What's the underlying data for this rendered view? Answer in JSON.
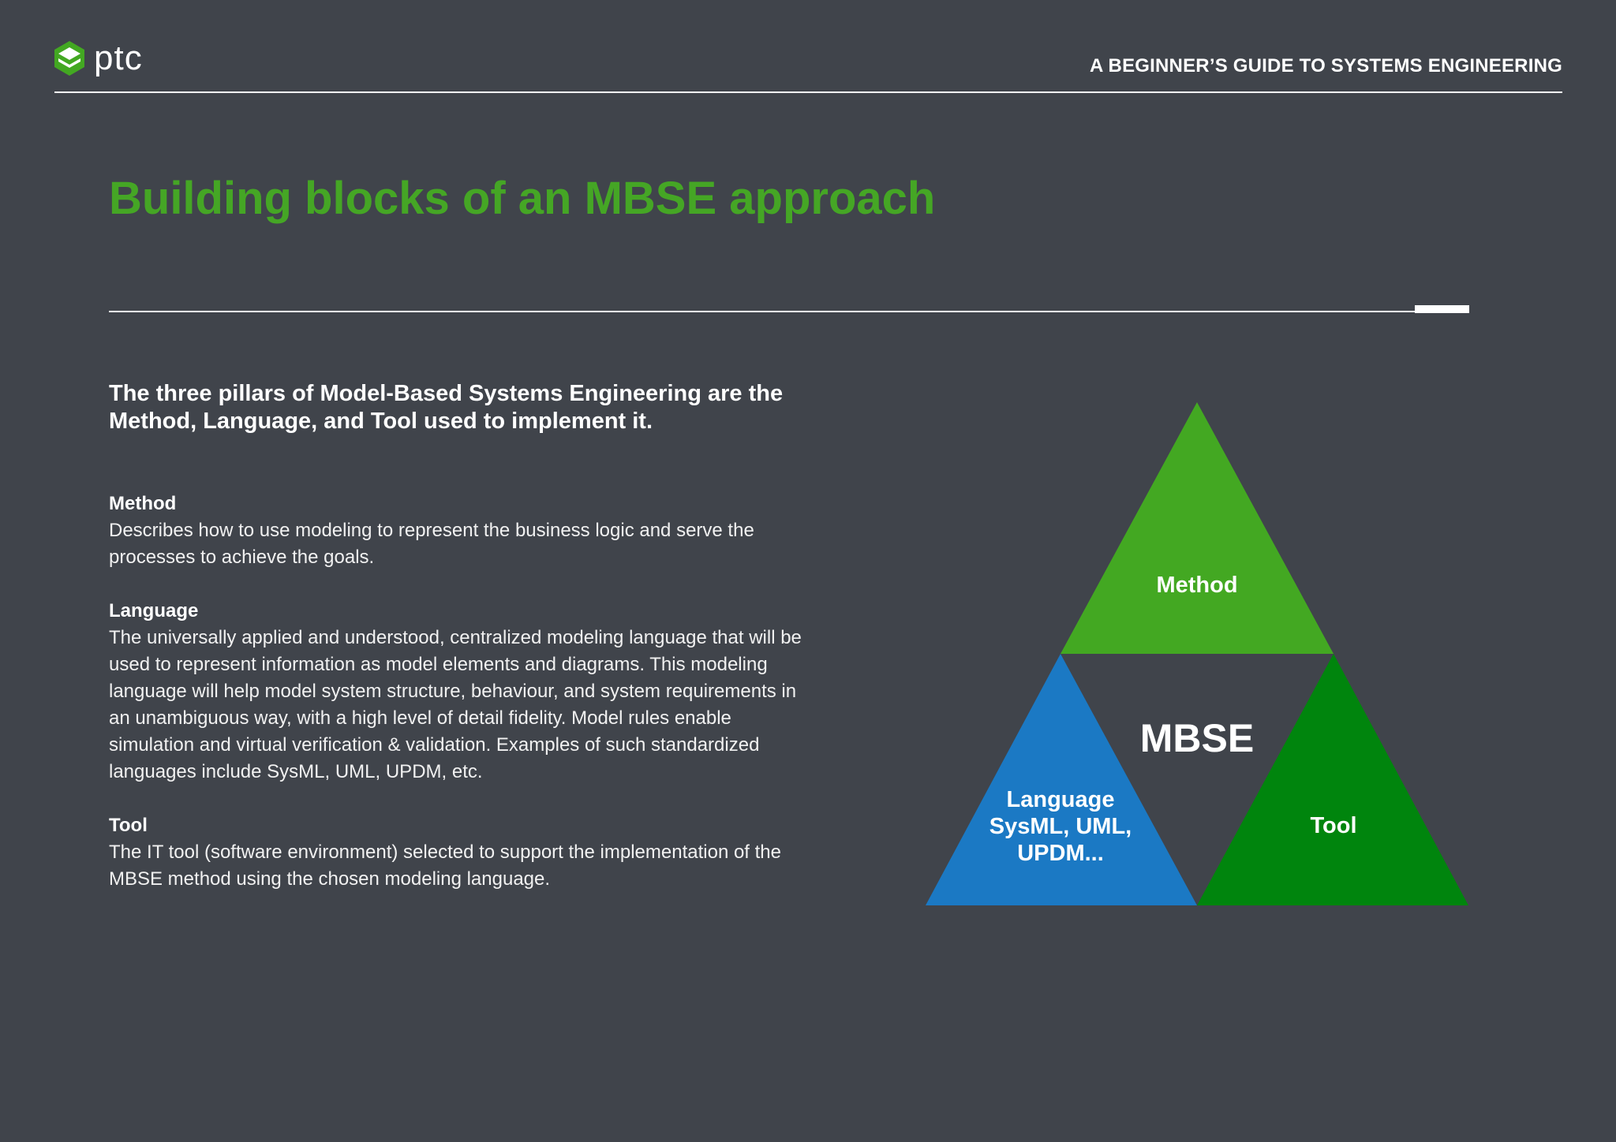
{
  "header": {
    "logo_text": "ptc",
    "guide_title": "A BEGINNER’S GUIDE TO SYSTEMS ENGINEERING"
  },
  "page_title": "Building blocks of an MBSE approach",
  "intro": "The three pillars of Model-Based Systems Engineering are the Method, Language, and Tool used to implement it.",
  "pillars": [
    {
      "title": "Method",
      "text": "Describes how to use modeling to represent the business logic and serve the processes to achieve the goals."
    },
    {
      "title": "Language",
      "text": "The universally applied and understood, centralized modeling language that will be  used to represent information as model elements and diagrams. This modeling language will help model system structure, behaviour, and system requirements in an unambiguous way, with a high level of detail fidelity. Model rules enable simulation and virtual verification & validation. Examples of such standardized languages include SysML, UML, UPDM, etc."
    },
    {
      "title": "Tool",
      "text": "The IT tool (software environment) selected to support the implementation of the MBSE method using the chosen modeling language."
    }
  ],
  "diagram": {
    "center_label": "MBSE",
    "method_label": "Method",
    "language_lines": [
      "Language",
      "SysML, UML,",
      "UPDM..."
    ],
    "tool_label": "Tool",
    "colors": {
      "method": "#43a822",
      "language": "#1b79c4",
      "tool": "#00850d",
      "accent": "#45a625",
      "background": "#40444b"
    }
  }
}
